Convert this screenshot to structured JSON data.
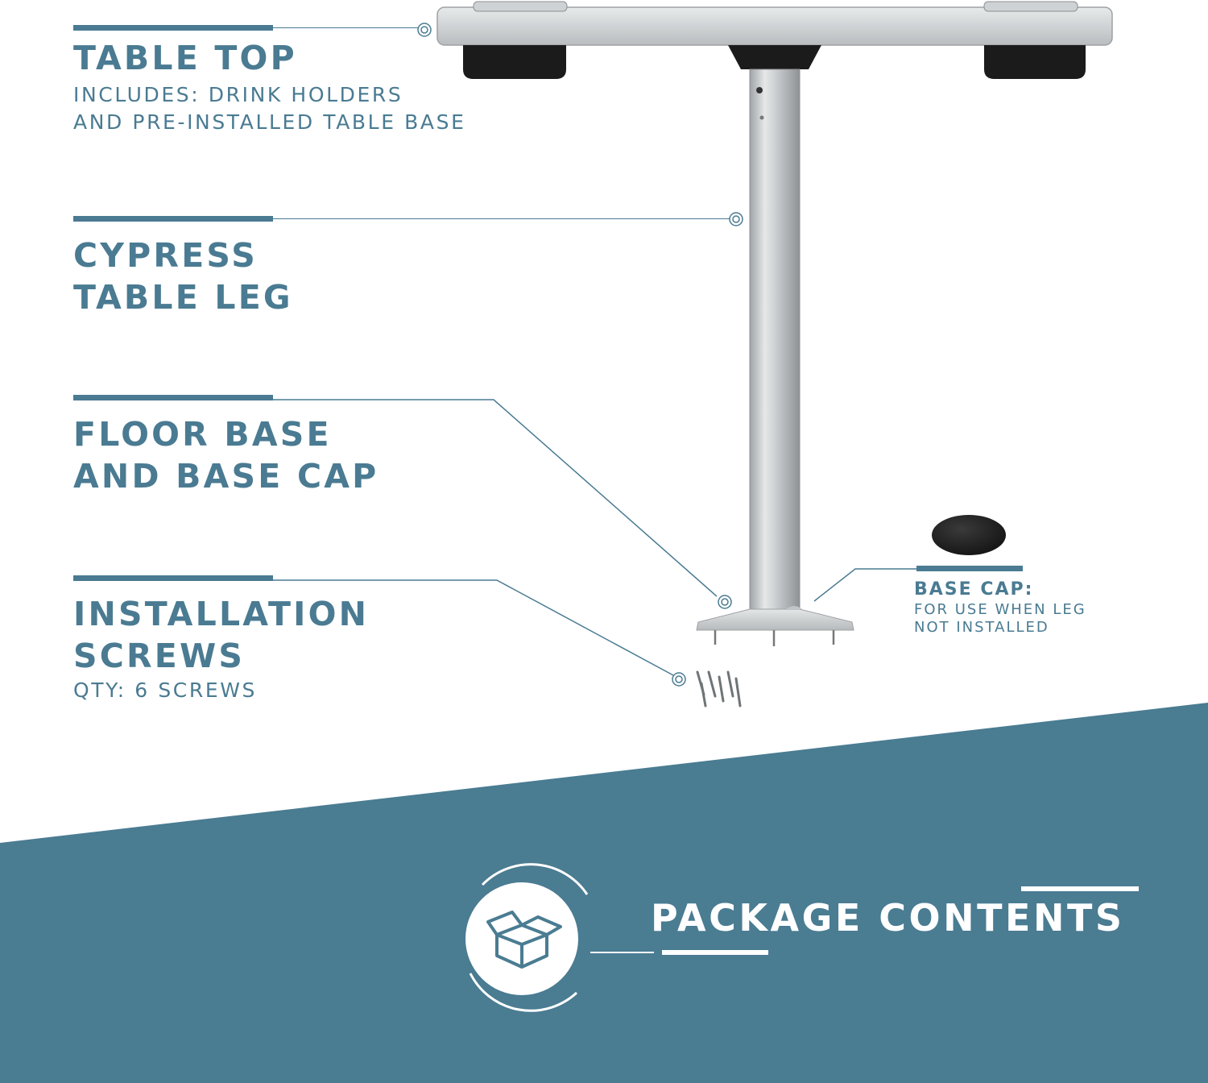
{
  "colors": {
    "accent": "#4a7b92",
    "band": "#4a7c92",
    "white": "#ffffff"
  },
  "labels": {
    "table_top": {
      "title": "TABLE TOP",
      "sub1": "INCLUDES: DRINK HOLDERS",
      "sub2": "AND PRE-INSTALLED TABLE BASE"
    },
    "table_leg": {
      "line1": "CYPRESS",
      "line2": "TABLE LEG"
    },
    "floor_base": {
      "line1": "FLOOR BASE",
      "line2": "AND BASE CAP"
    },
    "screws": {
      "line1": "INSTALLATION",
      "line2": "SCREWS",
      "qty": "QTY: 6 SCREWS"
    },
    "base_cap": {
      "title": "BASE CAP:",
      "sub1": "FOR USE WHEN LEG",
      "sub2": "NOT INSTALLED"
    }
  },
  "footer": {
    "heading": "PACKAGE CONTENTS",
    "icon": "open-box-icon"
  },
  "icons": [
    "pointer-ring-icon",
    "open-box-icon"
  ]
}
